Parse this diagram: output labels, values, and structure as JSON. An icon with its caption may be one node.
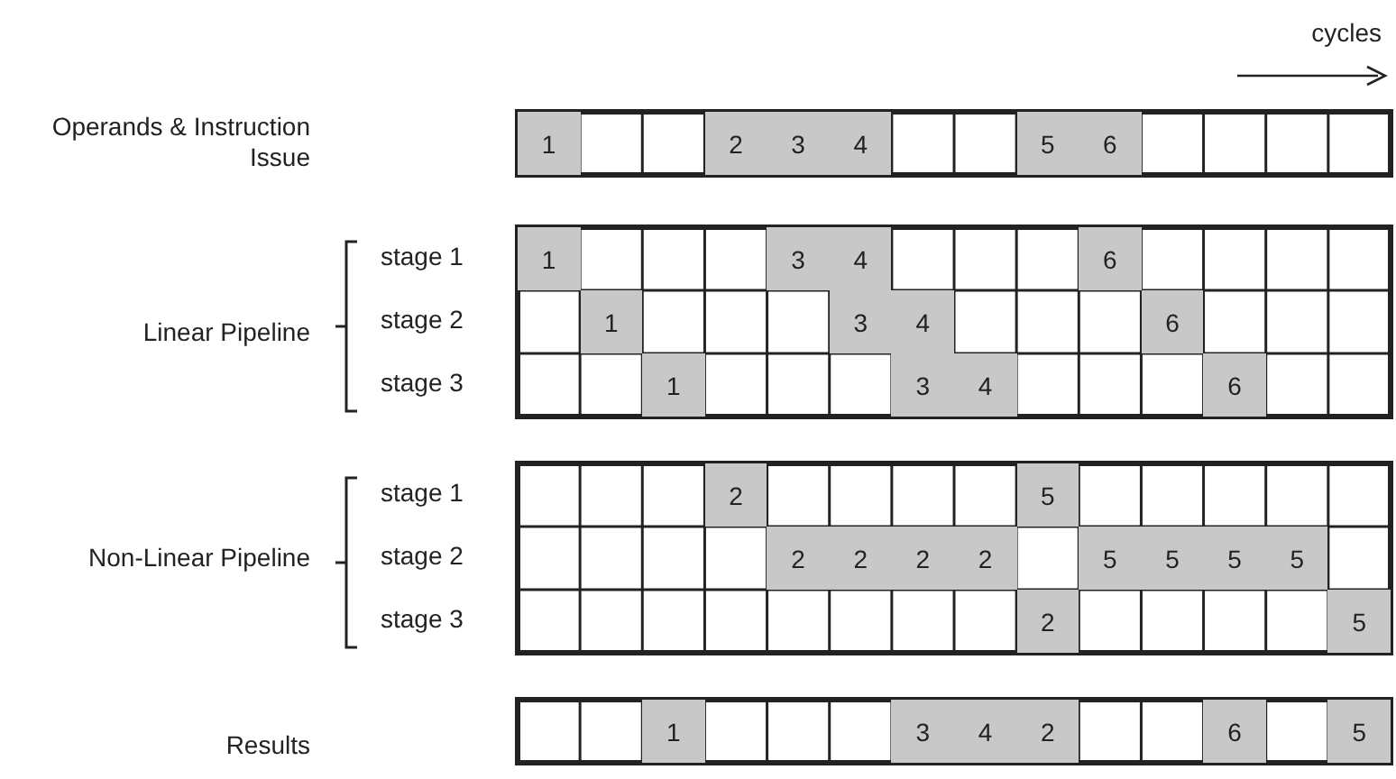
{
  "diagram": {
    "labels": [
      "cycles",
      "Operands & Instruction Issue",
      "1",
      "2",
      "3",
      "4",
      "5",
      "6",
      "stage 1",
      "1",
      "3",
      "4",
      "6",
      "Linear Pipeline",
      "stage 2",
      "1",
      "3",
      "4",
      "6",
      "stage 3",
      "1",
      "3",
      "4",
      "6",
      "stage 1",
      "2",
      "5",
      "Non-Linear Pipeline",
      "stage 2",
      "2",
      "2",
      "2",
      "2",
      "5",
      "5",
      "5",
      "5",
      "stage 3",
      "2",
      "5",
      "Results",
      "1",
      "3",
      "4",
      "2",
      "6",
      "5"
    ]
  }
}
